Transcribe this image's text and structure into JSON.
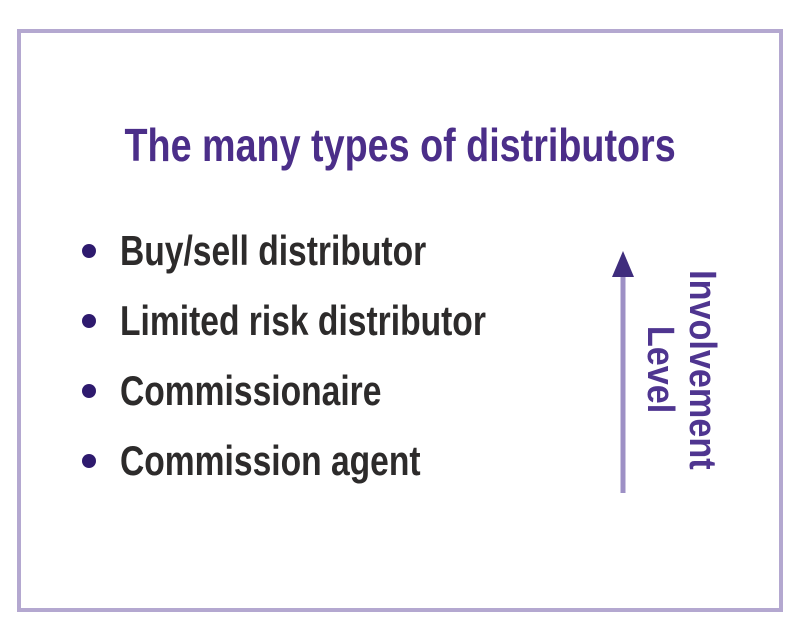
{
  "slide": {
    "title": "The many types of distributors",
    "bullets": [
      "Buy/sell distributor",
      "Limited risk distributor",
      "Commissionaire",
      "Commission agent"
    ],
    "axis": {
      "line1": "Involvement",
      "line2": "Level",
      "direction": "up"
    },
    "colors": {
      "frame_border": "#b4a8d0",
      "title_text": "#4b2e89",
      "bullet_dot": "#2e1a6e",
      "bullet_text": "#2d2b2b",
      "arrow_shaft": "#9d90c5",
      "arrow_head": "#3f2d7d",
      "axis_label_text": "#4f3590"
    }
  }
}
